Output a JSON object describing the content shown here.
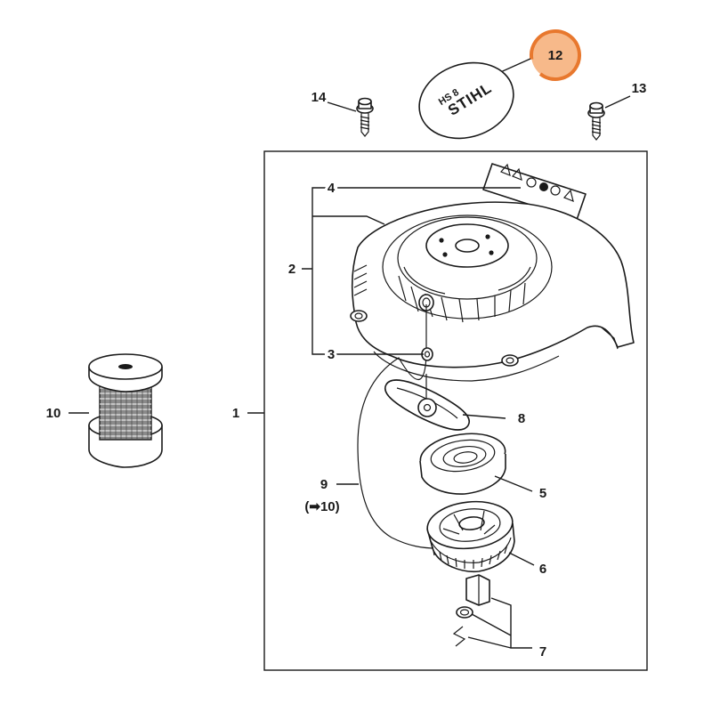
{
  "callouts": {
    "c1": "1",
    "c2": "2",
    "c3": "3",
    "c4": "4",
    "c5": "5",
    "c6": "6",
    "c7": "7",
    "c8": "8",
    "c9": "9",
    "c9_ref": "(➡10)",
    "c10": "10",
    "c12": "12",
    "c13": "13",
    "c14": "14"
  },
  "decal": {
    "brand": "STIHL",
    "model": "HS 8"
  },
  "colors": {
    "highlight_fill": "#F7B98A",
    "highlight_ring": "#E8782E",
    "line": "#1a1a1a"
  }
}
